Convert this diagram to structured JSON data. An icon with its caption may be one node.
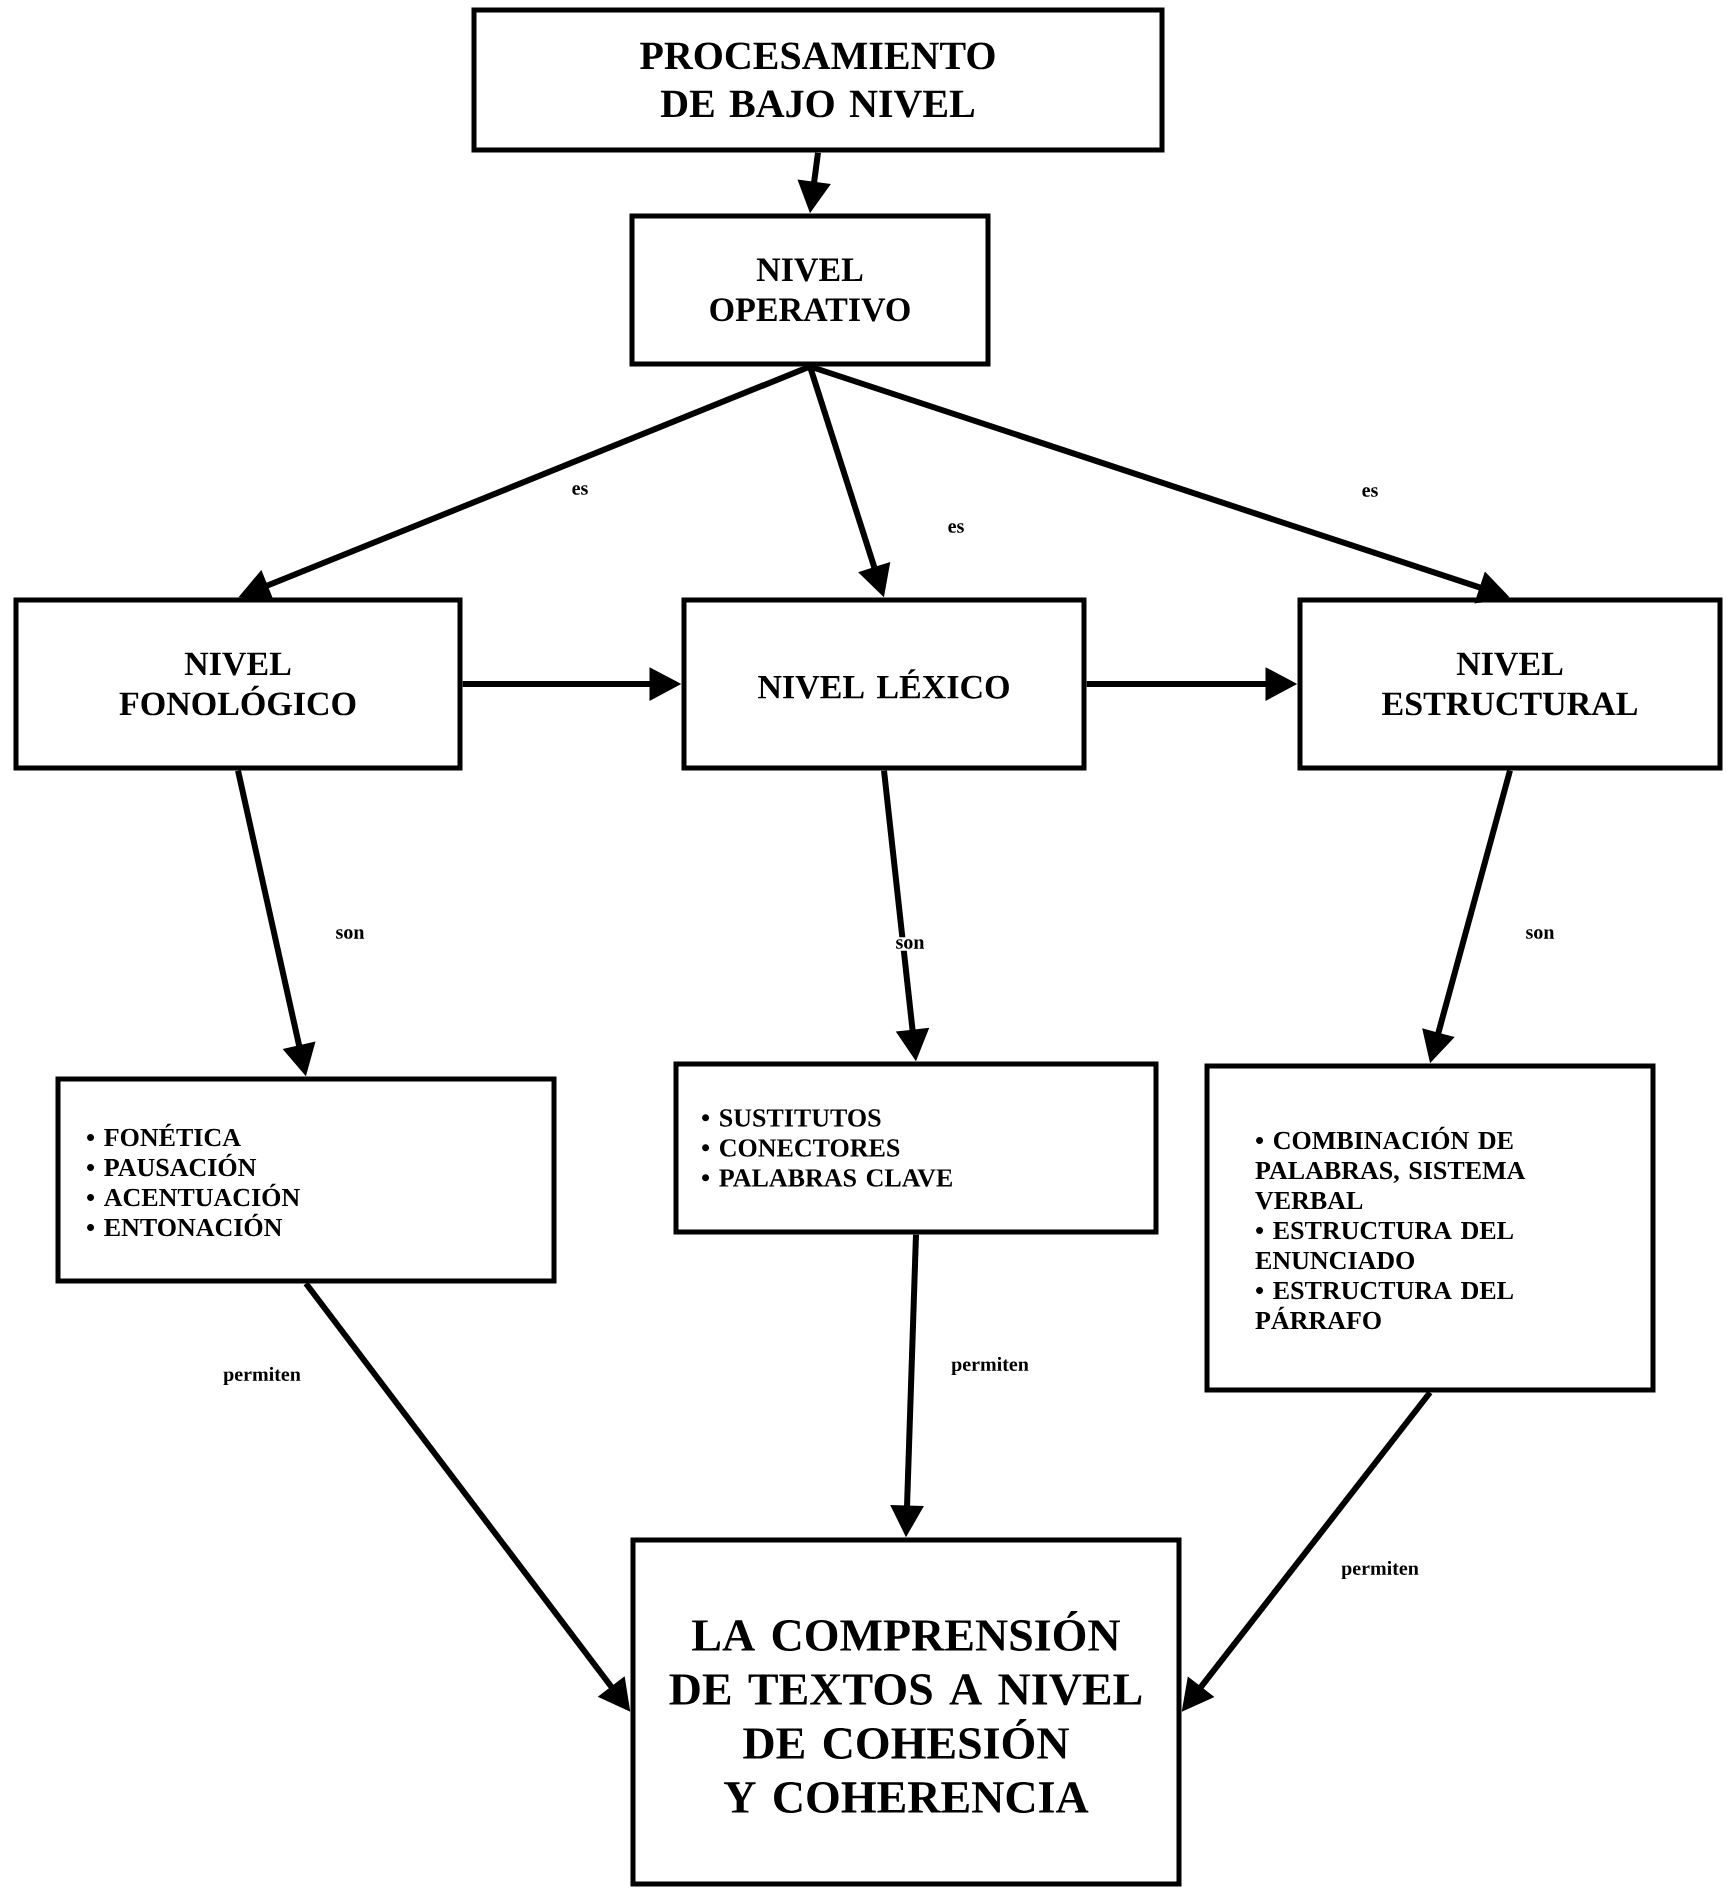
{
  "diagram": {
    "nodes": [
      {
        "text": [
          "PROCESAMIENTO DE BAJO NIVEL"
        ]
      },
      {
        "text": [
          "NIVEL OPERATIVO"
        ]
      },
      {
        "text": [
          "NIVEL FONOLÓGICO"
        ]
      },
      {
        "text": [
          "NIVEL LÉXICO"
        ]
      },
      {
        "text": [
          "NIVEL ESTRUCTURAL"
        ]
      },
      {
        "text": [
          "• FONÉTICA",
          "• PAUSACIÓN",
          "• ACENTUACIÓN",
          "• ENTONACIÓN"
        ]
      },
      {
        "text": [
          "• SUSTITUTOS",
          "• CONECTORES",
          "• PALABRAS CLAVE"
        ]
      },
      {
        "text": [
          "• COMBINACIÓN DE PALABRAS, SISTEMA VERBAL",
          "• ESTRUCTURA DEL ENUNCIADO",
          "• ESTRUCTURA DEL PÁRRAFO"
        ]
      },
      {
        "text": [
          "LA COMPRENSIÓN DE TEXTOS A NIVEL DE COHESIÓN Y COHERENCIA"
        ]
      }
    ],
    "edges": [
      {
        "from": 0,
        "to": 1,
        "arrow": "to"
      },
      {
        "from": 1,
        "to": 2,
        "arrow": "to",
        "label": "es"
      },
      {
        "from": 1,
        "to": 3,
        "arrow": "to",
        "label": "es"
      },
      {
        "from": 1,
        "to": 4,
        "arrow": "to",
        "label": "es"
      },
      {
        "from": 2,
        "to": 3,
        "arrow": "to"
      },
      {
        "from": 3,
        "to": 4,
        "arrow": "to"
      },
      {
        "from": 2,
        "to": 5,
        "arrow": "to",
        "label": "son"
      },
      {
        "from": 3,
        "to": 6,
        "arrow": "to",
        "label": "son"
      },
      {
        "from": 4,
        "to": 7,
        "arrow": "to",
        "label": "son"
      },
      {
        "from": 5,
        "to": 8,
        "arrow": "to",
        "label": "permiten"
      },
      {
        "from": 6,
        "to": 8,
        "arrow": "to",
        "label": "permiten"
      },
      {
        "from": 7,
        "to": 8,
        "arrow": "to",
        "label": "permiten"
      }
    ]
  }
}
